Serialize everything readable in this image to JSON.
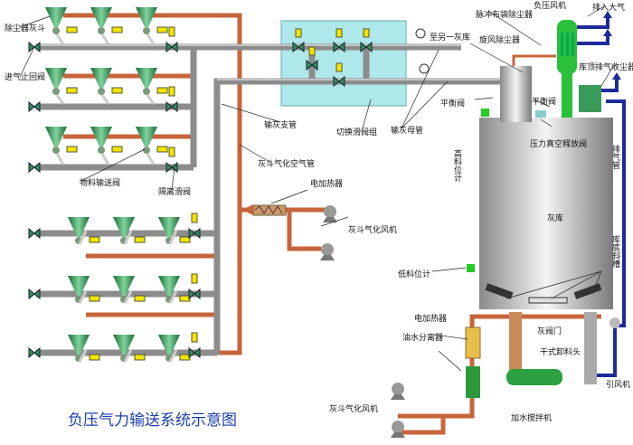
{
  "title": "负压气力输送系统示意图",
  "labels": {
    "hopper": "除尘器灰斗",
    "check_valve": "进气止回阀",
    "material_valve": "物料输送阀",
    "isolation_valve": "隔离滑阀",
    "branch_pipe": "输灰支管",
    "hopper_air_pipe": "灰斗气化空气管",
    "heater_top": "电加热器",
    "fan_top": "灰斗气化风机",
    "switch_valve_group": "切换滑阀组",
    "to_other_silo": "至另一灰库",
    "main_pipe": "输灰母管",
    "cyclone": "旋风除尘器",
    "pulse_filter": "脉冲布袋除尘器",
    "vacuum_fan": "负压风机",
    "to_atmosphere": "排入大气",
    "roof_filter": "库顶排气收尘器",
    "balance_valve_left": "平衡阀",
    "balance_valve_right": "平衡阀",
    "high_level": "高料位计",
    "pressure_valve": "压力真空释放阀",
    "exhaust_pipe": "排气管",
    "silo": "灰库",
    "bottom_chute": "库底斜槽",
    "low_level": "低料位计",
    "heater_bottom": "电加热器",
    "oil_water_sep": "油水分离器",
    "ash_gate": "灰阀门",
    "dry_unloader": "干式卸料头",
    "induced_fan": "引风机",
    "fan_bottom": "灰斗气化风机",
    "mixer": "加水搅拌机"
  },
  "colors": {
    "conveying_pipe": "#8c8c8c",
    "air_pipe": "#c8643a",
    "exhaust_pipe": "#1f2a9a",
    "hopper": "#2e8b57",
    "switch_box": "#aee8ea",
    "title": "#1a3fb0",
    "actuator": "#f2e600"
  }
}
